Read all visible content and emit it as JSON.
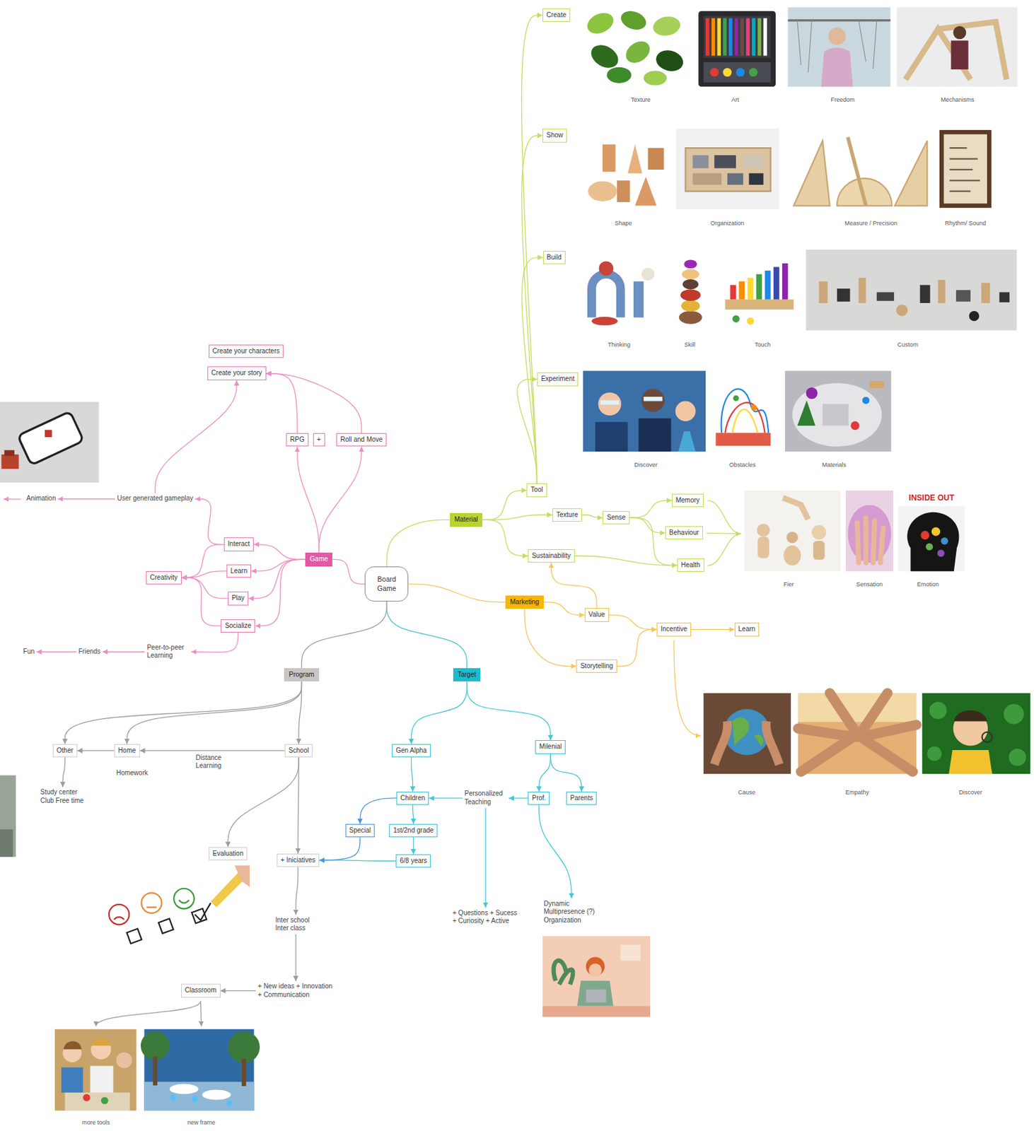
{
  "diagram": {
    "nodes": [
      {
        "text": [
          "Board Game"
        ]
      },
      {
        "text": [
          "Material"
        ]
      },
      {
        "text": [
          "Tool"
        ]
      },
      {
        "text": [
          "Create"
        ]
      },
      {
        "text": [
          "Show"
        ]
      },
      {
        "text": [
          "Build"
        ]
      },
      {
        "text": [
          "Experiment"
        ]
      },
      {
        "text": [
          "Texture"
        ]
      },
      {
        "text": [
          "Sense"
        ]
      },
      {
        "text": [
          "Memory"
        ]
      },
      {
        "text": [
          "Behaviour"
        ]
      },
      {
        "text": [
          "Health"
        ]
      },
      {
        "text": [
          "Sustainability"
        ]
      },
      {
        "text": [
          "Marketing"
        ]
      },
      {
        "text": [
          "Value"
        ]
      },
      {
        "text": [
          "Storytelling"
        ]
      },
      {
        "text": [
          "Incentive"
        ]
      },
      {
        "text": [
          "Learn"
        ]
      },
      {
        "text": [
          "Game"
        ]
      },
      {
        "text": [
          "Interact"
        ]
      },
      {
        "text": [
          "Learn"
        ]
      },
      {
        "text": [
          "Play"
        ]
      },
      {
        "text": [
          "Socialize"
        ]
      },
      {
        "text": [
          "Creativity"
        ]
      },
      {
        "text": [
          "Create your characters"
        ]
      },
      {
        "text": [
          "Create your story"
        ]
      },
      {
        "text": [
          "RPG"
        ]
      },
      {
        "text": [
          "+"
        ]
      },
      {
        "text": [
          "Roll and Move"
        ]
      },
      {
        "text": [
          "User generated gameplay"
        ]
      },
      {
        "text": [
          "Animation"
        ]
      },
      {
        "text": [
          "Peer-to-peer Learning"
        ]
      },
      {
        "text": [
          "Friends"
        ]
      },
      {
        "text": [
          "Fun"
        ]
      },
      {
        "text": [
          "Program"
        ]
      },
      {
        "text": [
          "Other"
        ]
      },
      {
        "text": [
          "Home"
        ]
      },
      {
        "text": [
          "School"
        ]
      },
      {
        "text": [
          "Study center Club Free time"
        ]
      },
      {
        "text": [
          "Evaluation"
        ]
      },
      {
        "text": [
          "+ Iniciatives"
        ]
      },
      {
        "text": [
          "Inter school Inter class"
        ]
      },
      {
        "text": [
          "+ New ideas + Innovation + Communication"
        ]
      },
      {
        "text": [
          "Classroom"
        ]
      },
      {
        "text": [
          "Target"
        ]
      },
      {
        "text": [
          "Gen Alpha"
        ]
      },
      {
        "text": [
          "Milenial"
        ]
      },
      {
        "text": [
          "Children"
        ]
      },
      {
        "text": [
          "Special"
        ]
      },
      {
        "text": [
          "1st/2nd grade"
        ]
      },
      {
        "text": [
          "6/8 years"
        ]
      },
      {
        "text": [
          "Prof."
        ]
      },
      {
        "text": [
          "Parents"
        ]
      },
      {
        "text": [
          "Personalized Teaching"
        ]
      },
      {
        "text": [
          "+ Questions + Sucess + Curiosity + Active"
        ]
      },
      {
        "text": [
          "Dynamic Multipresence (?) Organization"
        ]
      }
    ],
    "edges": [
      {
        "from": 0,
        "to": 1,
        "arrow": "none"
      },
      {
        "from": 0,
        "to": 13,
        "arrow": "none"
      },
      {
        "from": 0,
        "to": 44,
        "arrow": "none"
      },
      {
        "from": 0,
        "to": 34,
        "arrow": "none"
      },
      {
        "from": 0,
        "to": 18,
        "arrow": "none"
      },
      {
        "from": 1,
        "to": 2,
        "arrow": "to"
      },
      {
        "from": 1,
        "to": 7,
        "arrow": "to"
      },
      {
        "from": 1,
        "to": 12,
        "arrow": "to"
      },
      {
        "from": 2,
        "to": 3,
        "arrow": "to"
      },
      {
        "from": 2,
        "to": 4,
        "arrow": "to"
      },
      {
        "from": 2,
        "to": 5,
        "arrow": "to"
      },
      {
        "from": 2,
        "to": 6,
        "arrow": "to"
      },
      {
        "from": 7,
        "to": 8,
        "arrow": "to"
      },
      {
        "from": 8,
        "to": 9,
        "arrow": "to"
      },
      {
        "from": 8,
        "to": 10,
        "arrow": "to"
      },
      {
        "from": 8,
        "to": 11,
        "arrow": "to"
      },
      {
        "from": 12,
        "to": 11,
        "arrow": "to"
      },
      {
        "from": 13,
        "to": 14,
        "arrow": "to"
      },
      {
        "from": 13,
        "to": 15,
        "arrow": "to"
      },
      {
        "from": 14,
        "to": 12,
        "arrow": "to"
      },
      {
        "from": 14,
        "to": 16,
        "arrow": "to"
      },
      {
        "from": 15,
        "to": 16,
        "arrow": "to"
      },
      {
        "from": 16,
        "to": 17,
        "arrow": "to"
      },
      {
        "from": 18,
        "to": 19,
        "arrow": "to"
      },
      {
        "from": 18,
        "to": 20,
        "arrow": "to"
      },
      {
        "from": 18,
        "to": 21,
        "arrow": "to"
      },
      {
        "from": 18,
        "to": 22,
        "arrow": "to"
      },
      {
        "from": 18,
        "to": 26,
        "arrow": "to"
      },
      {
        "from": 18,
        "to": 28,
        "arrow": "to"
      },
      {
        "from": 26,
        "to": 25,
        "arrow": "to"
      },
      {
        "from": 28,
        "to": 25,
        "arrow": "to"
      },
      {
        "from": 19,
        "to": 23,
        "arrow": "to"
      },
      {
        "from": 20,
        "to": 23,
        "arrow": "to"
      },
      {
        "from": 21,
        "to": 23,
        "arrow": "to"
      },
      {
        "from": 22,
        "to": 23,
        "arrow": "to"
      },
      {
        "from": 19,
        "to": 29,
        "arrow": "to"
      },
      {
        "from": 29,
        "to": 30,
        "arrow": "to"
      },
      {
        "from": 29,
        "to": 25,
        "arrow": "to"
      },
      {
        "from": 22,
        "to": 31,
        "arrow": "to"
      },
      {
        "from": 31,
        "to": 32,
        "arrow": "to"
      },
      {
        "from": 32,
        "to": 33,
        "arrow": "to"
      },
      {
        "from": 34,
        "to": 35,
        "arrow": "to"
      },
      {
        "from": 34,
        "to": 36,
        "arrow": "to"
      },
      {
        "from": 34,
        "to": 37,
        "arrow": "to"
      },
      {
        "from": 37,
        "to": 36,
        "arrow": "to",
        "label": "Distance Learning"
      },
      {
        "from": 36,
        "to": 35,
        "arrow": "to"
      },
      {
        "from": 35,
        "to": 38,
        "arrow": "to"
      },
      {
        "from": 37,
        "to": 39,
        "arrow": "to"
      },
      {
        "from": 37,
        "to": 40,
        "arrow": "to"
      },
      {
        "from": 40,
        "to": 41,
        "arrow": "to"
      },
      {
        "from": 41,
        "to": 42,
        "arrow": "to"
      },
      {
        "from": 42,
        "to": 43,
        "arrow": "to"
      },
      {
        "from": 44,
        "to": 45,
        "arrow": "to"
      },
      {
        "from": 44,
        "to": 46,
        "arrow": "to"
      },
      {
        "from": 45,
        "to": 47,
        "arrow": "to"
      },
      {
        "from": 47,
        "to": 49,
        "arrow": "to"
      },
      {
        "from": 47,
        "to": 48,
        "arrow": "to"
      },
      {
        "from": 49,
        "to": 50,
        "arrow": "to"
      },
      {
        "from": 50,
        "to": 40,
        "arrow": "to"
      },
      {
        "from": 48,
        "to": 40,
        "arrow": "to"
      },
      {
        "from": 46,
        "to": 51,
        "arrow": "to"
      },
      {
        "from": 46,
        "to": 52,
        "arrow": "to"
      },
      {
        "from": 51,
        "to": 53,
        "arrow": "to"
      },
      {
        "from": 53,
        "to": 47,
        "arrow": "to"
      },
      {
        "from": 53,
        "to": 54,
        "arrow": "to"
      },
      {
        "from": 51,
        "to": 55,
        "arrow": "to"
      }
    ],
    "labels": [
      "Texture",
      "Art",
      "Freedom",
      "Mechanisms",
      "Shape",
      "Organization",
      "Measure / Precision",
      "Rhythm/ Sound",
      "Thinking",
      "Skill",
      "Touch",
      "Custom",
      "Discover",
      "Obstacles",
      "Materials",
      "Fier",
      "Sensation",
      "Emotion",
      "INSIDE OUT",
      "Cause",
      "Empathy",
      "Discover",
      "Homework",
      "more tools",
      "new frame"
    ]
  }
}
